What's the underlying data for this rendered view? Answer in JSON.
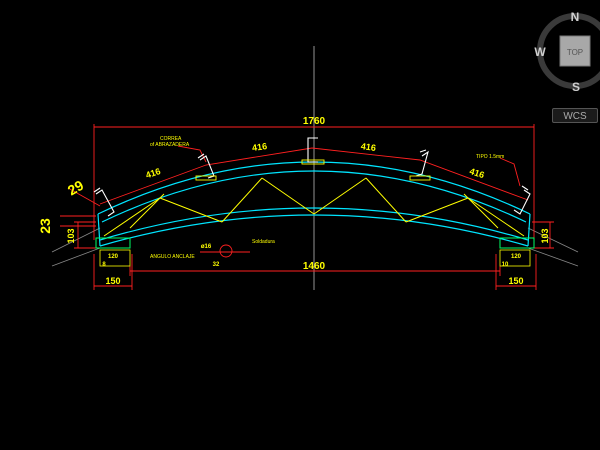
{
  "viewcube": {
    "north": "N",
    "south": "S",
    "west": "W",
    "face": "TOP",
    "wcs_label": "WCS"
  },
  "dimensions": {
    "overall_span": "1760",
    "clear_span": "1460",
    "left_support_width": "150",
    "right_support_width": "150",
    "left_height": "103",
    "right_height": "103",
    "left_rise": "23",
    "left_slope": "29",
    "purlin_spacing_1": "416",
    "purlin_spacing_2": "416",
    "purlin_spacing_3": "416",
    "purlin_spacing_4": "416",
    "left_plate": "120",
    "right_plate": "120",
    "left_bolt": "8",
    "right_bolt": "10",
    "detail_a": "ø16",
    "detail_b": "32"
  },
  "notes": {
    "purlin_note_line1": "CORREA",
    "purlin_note_line2": "of ABRAZADERA",
    "angle_note": "ANGULO ANCLAJE",
    "weld_note": "Soldadura",
    "right_note": "TIPO 1.5mm"
  },
  "colors": {
    "top_chord": "#00e5ff",
    "web": "#ffff00",
    "dimension": "#ff2020",
    "purlin": "#ffffff",
    "support": "#00ff66"
  }
}
